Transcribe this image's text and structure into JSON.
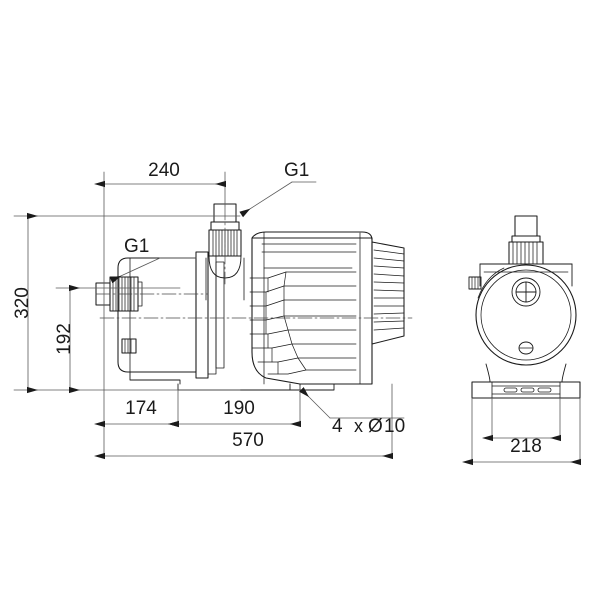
{
  "drawing": {
    "title": "Pump dimensional drawing",
    "background_color": "#ffffff",
    "line_color": "#1b1b1b",
    "text_color": "#1b1b1b",
    "views": [
      {
        "name": "side-elevation-view",
        "position": "left"
      },
      {
        "name": "end-elevation-view",
        "position": "right"
      }
    ]
  },
  "dimensions": {
    "top_horizontal": "240",
    "left_vertical_outer": "320",
    "left_vertical_inner": "192",
    "bottom_first": "174",
    "bottom_second": "190",
    "bottom_overall": "570",
    "right_view_width": "218"
  },
  "labels": {
    "port_top": "G1",
    "port_left": "G1",
    "hole_note_count": "4",
    "hole_note_sep": "x",
    "hole_note_symbol": "Ø",
    "hole_note_size": "10"
  }
}
